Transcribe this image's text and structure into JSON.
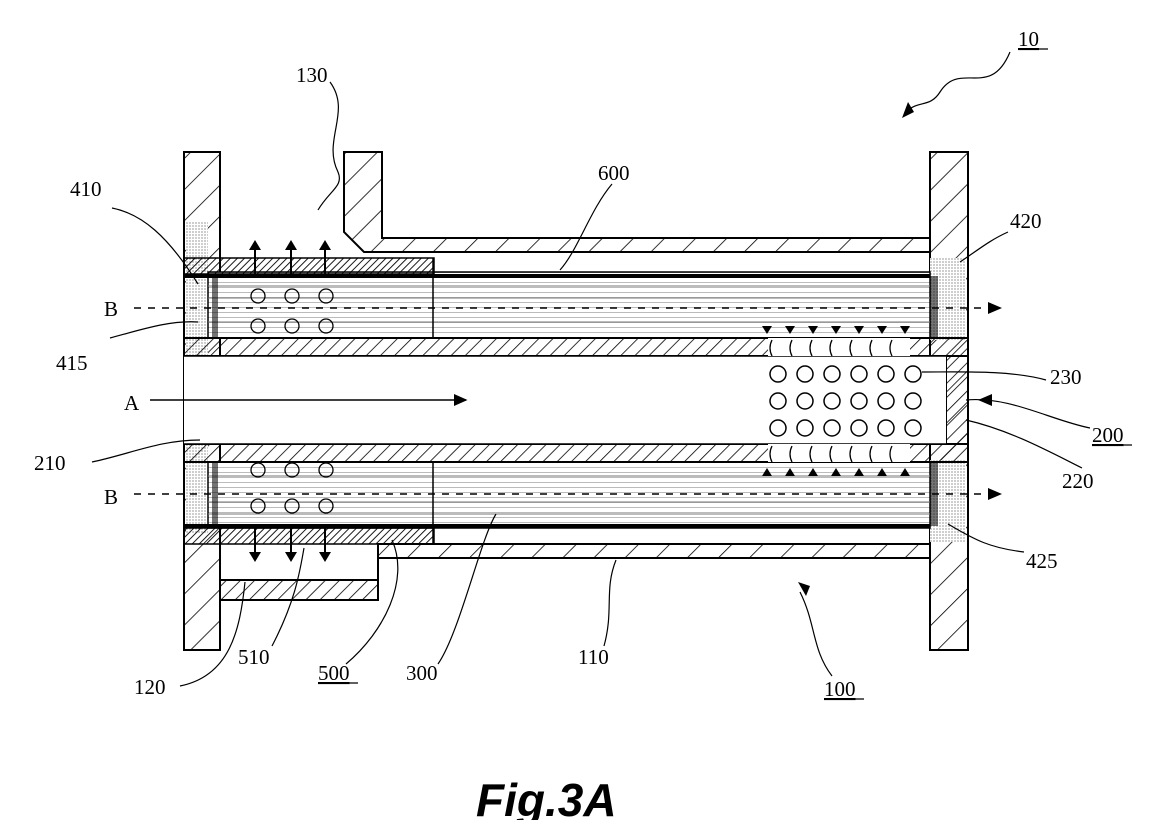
{
  "figure": {
    "caption": "Fig.3A",
    "labels": {
      "l10": "10",
      "l100": "100",
      "l110": "110",
      "l120": "120",
      "l130": "130",
      "l200": "200",
      "l210": "210",
      "l220": "220",
      "l230": "230",
      "l300": "300",
      "l410": "410",
      "l415": "415",
      "l420": "420",
      "l425": "425",
      "l500": "500",
      "l510": "510",
      "l600": "600",
      "flowA": "A",
      "flowB_top": "B",
      "flowB_bottom": "B"
    }
  }
}
